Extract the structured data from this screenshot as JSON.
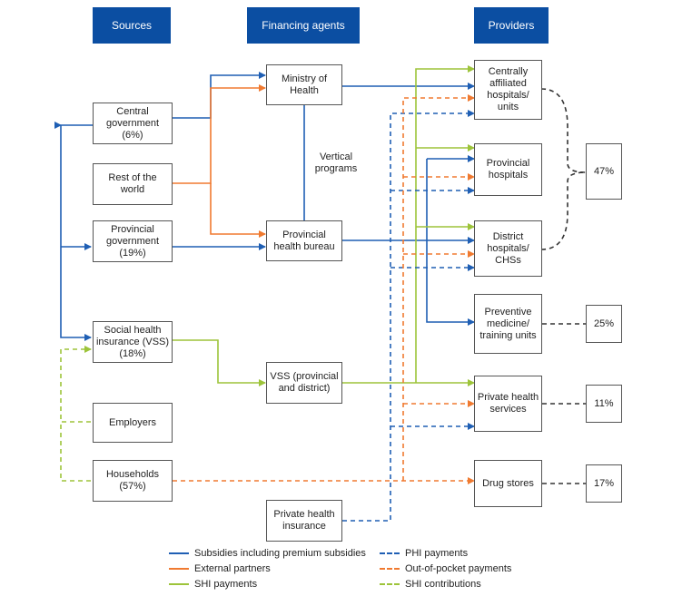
{
  "headers": {
    "sources": "Sources",
    "agents": "Financing agents",
    "providers": "Providers"
  },
  "sources": {
    "central_gov": "Central government (6%)",
    "rest_world": "Rest of the world",
    "provincial_gov": "Provincial government (19%)",
    "shi": "Social health insurance (VSS) (18%)",
    "employers": "Employers",
    "households": "Households (57%)"
  },
  "agents": {
    "moh": "Ministry of Health",
    "vertical": "Vertical programs",
    "phb": "Provincial health bureau",
    "vss": "VSS (provincial and district)",
    "phi": "Private health insurance"
  },
  "providers": {
    "central": "Centrally affiliated hospitals/ units",
    "provincial": "Provincial hospitals",
    "district": "District hospitals/ CHSs",
    "preventive": "Preventive medicine/ training units",
    "private": "Private health services",
    "drug": "Drug stores"
  },
  "shares": {
    "hospitals": "47%",
    "preventive": "25%",
    "private": "11%",
    "drug": "17%"
  },
  "legend": {
    "subsidies": "Subsidies including premium subsidies",
    "external": "External partners",
    "shi_pay": "SHI payments",
    "phi_pay": "PHI payments",
    "oop": "Out-of-pocket payments",
    "shi_contrib": "SHI contributions"
  },
  "colors": {
    "blue": "#1f5fb4",
    "orange": "#f07a30",
    "green": "#9dc43a",
    "black": "#333333",
    "header": "#0b4ea2"
  }
}
